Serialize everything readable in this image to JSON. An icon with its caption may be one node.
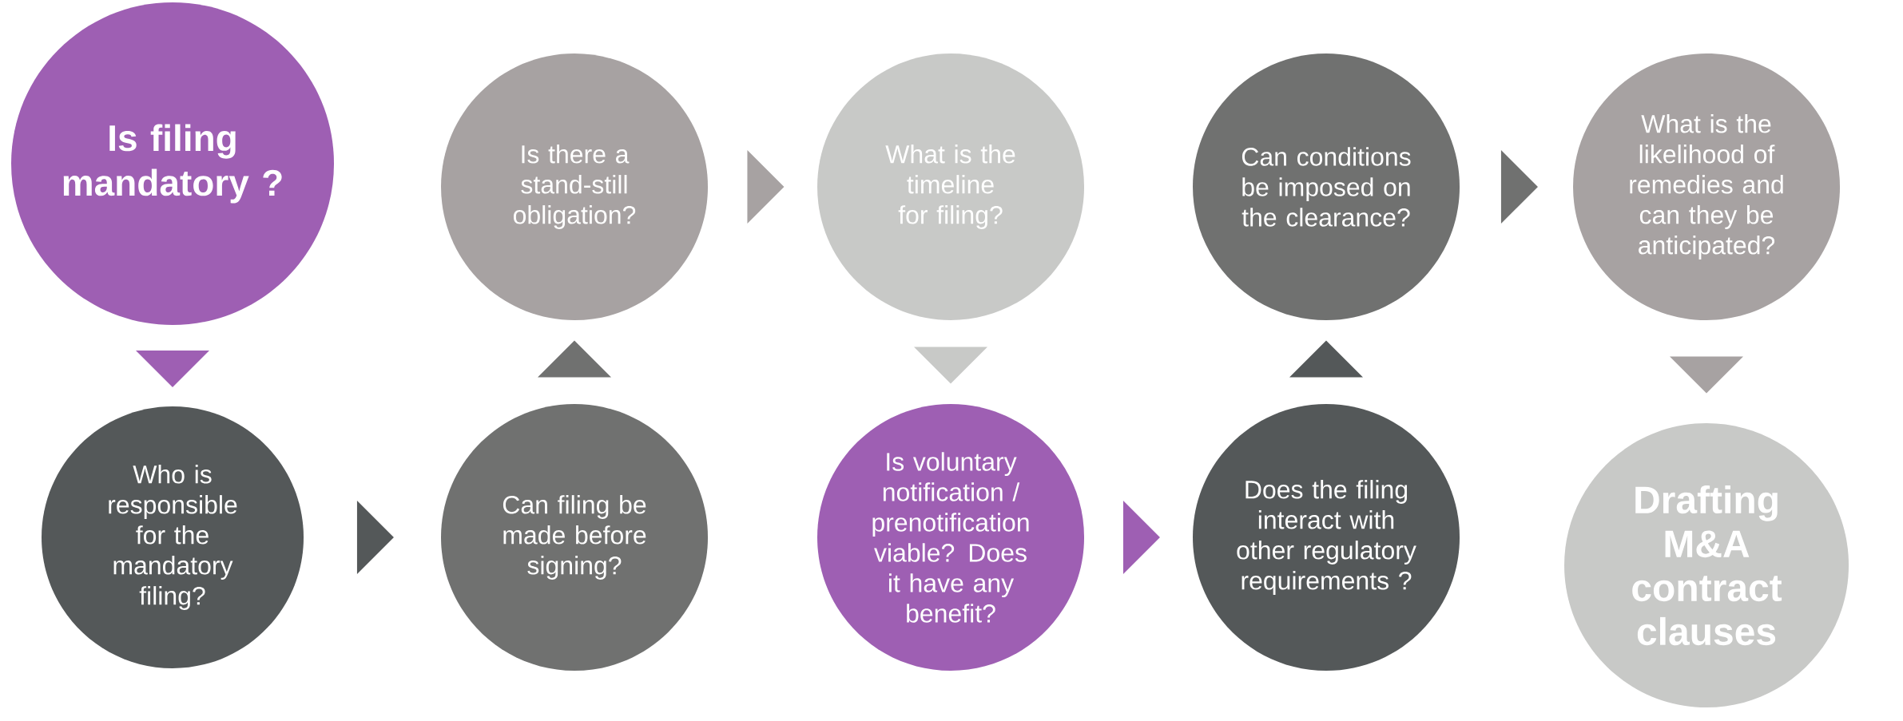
{
  "diagram": {
    "nodes": [
      {
        "text": [
          "Is filing mandatory ?"
        ]
      },
      {
        "text": [
          "Who is responsible for the mandatory filing?"
        ]
      },
      {
        "text": [
          "Can filing be made before signing?"
        ]
      },
      {
        "text": [
          "Is there a stand-still obligation?"
        ]
      },
      {
        "text": [
          "What is the timeline for filing?"
        ]
      },
      {
        "text": [
          "Is voluntary notification / prenotification viable? Does it have any benefit?"
        ]
      },
      {
        "text": [
          "Does the filing interact with other regulatory requirements ?"
        ]
      },
      {
        "text": [
          "Can conditions be imposed on the clearance?"
        ]
      },
      {
        "text": [
          "What is the likelihood of remedies and can they be anticipated?"
        ]
      },
      {
        "text": [
          "Drafting M&A contract clauses"
        ]
      }
    ],
    "edges": [
      {
        "from": 0,
        "to": 1,
        "arrow": "to",
        "color": "#9e5fb3"
      },
      {
        "from": 1,
        "to": 2,
        "arrow": "to",
        "color": "#545859"
      },
      {
        "from": 2,
        "to": 3,
        "arrow": "to",
        "color": "#707170"
      },
      {
        "from": 3,
        "to": 4,
        "arrow": "to",
        "color": "#a7a2a2"
      },
      {
        "from": 4,
        "to": 5,
        "arrow": "to",
        "color": "#c8c9c7"
      },
      {
        "from": 5,
        "to": 6,
        "arrow": "to",
        "color": "#9e5fb3"
      },
      {
        "from": 6,
        "to": 7,
        "arrow": "to",
        "color": "#545859"
      },
      {
        "from": 7,
        "to": 8,
        "arrow": "to",
        "color": "#707170"
      },
      {
        "from": 8,
        "to": 9,
        "arrow": "to",
        "color": "#a7a2a2"
      }
    ]
  }
}
